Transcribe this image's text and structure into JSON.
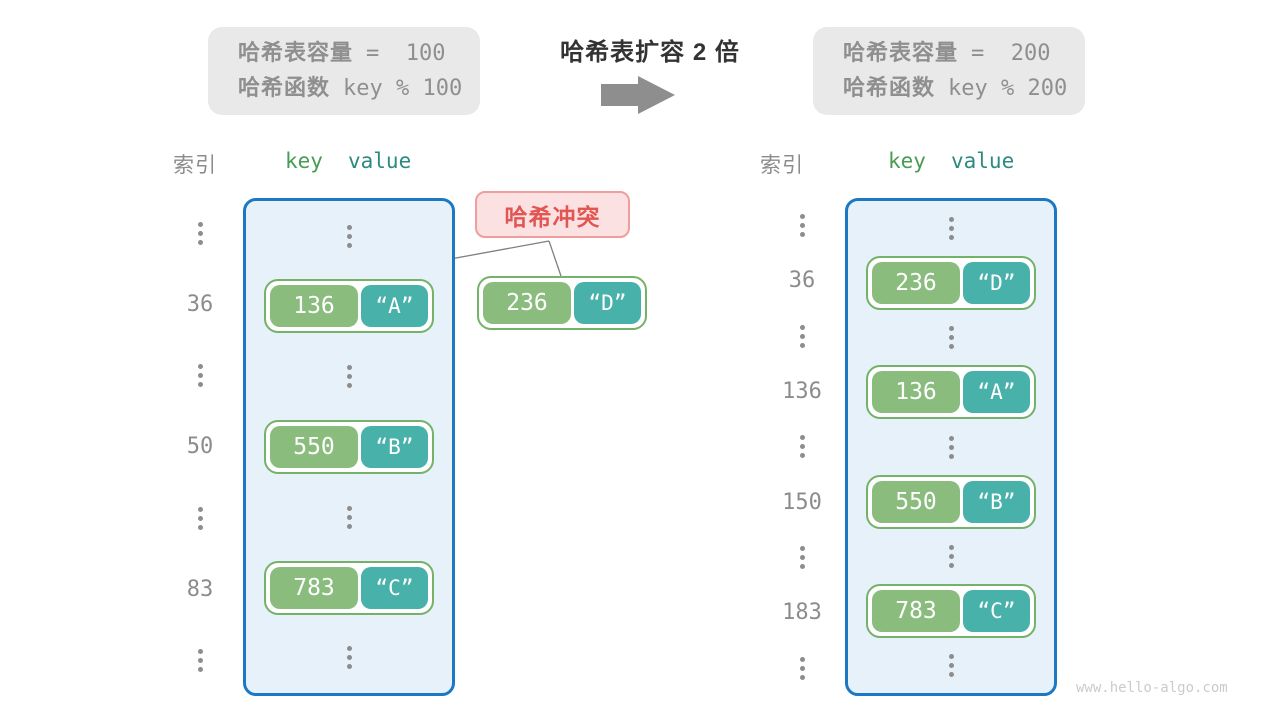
{
  "header": {
    "before_box": {
      "line1_label": "哈希表容量",
      "line1_value": "=  100",
      "line2_label": "哈希函数",
      "line2_value": "key % 100"
    },
    "title": "哈希表扩容 2 倍",
    "arrow_icon": "right-arrow",
    "after_box": {
      "line1_label": "哈希表容量",
      "line1_value": "=  200",
      "line2_label": "哈希函数",
      "line2_value": "key % 200"
    }
  },
  "collision": {
    "label": "哈希冲突"
  },
  "left_table": {
    "headers": {
      "index": "索引",
      "key": "key",
      "value": "value"
    },
    "rows": [
      {
        "type": "dots"
      },
      {
        "type": "pair",
        "index": "36",
        "key": "136",
        "value": "“A”"
      },
      {
        "type": "dots"
      },
      {
        "type": "pair",
        "index": "50",
        "key": "550",
        "value": "“B”"
      },
      {
        "type": "dots"
      },
      {
        "type": "pair",
        "index": "83",
        "key": "783",
        "value": "“C”"
      },
      {
        "type": "dots"
      }
    ]
  },
  "floating_pair": {
    "key": "236",
    "value": "“D”"
  },
  "right_table": {
    "headers": {
      "index": "索引",
      "key": "key",
      "value": "value"
    },
    "rows": [
      {
        "type": "dots"
      },
      {
        "type": "pair",
        "index": "36",
        "key": "236",
        "value": "“D”"
      },
      {
        "type": "dots"
      },
      {
        "type": "pair",
        "index": "136",
        "key": "136",
        "value": "“A”"
      },
      {
        "type": "dots"
      },
      {
        "type": "pair",
        "index": "150",
        "key": "550",
        "value": "“B”"
      },
      {
        "type": "dots"
      },
      {
        "type": "pair",
        "index": "183",
        "key": "783",
        "value": "“C”"
      },
      {
        "type": "dots"
      }
    ]
  },
  "watermark": "www.hello-algo.com",
  "colors": {
    "note_bg": "#e9e9e9",
    "note_text": "#8f8f8f",
    "container_bg": "#e7f1fa",
    "container_border": "#1d78c4",
    "pair_border": "#74b169",
    "key_bg": "#8abc7d",
    "value_bg": "#47b1aa",
    "collision_bg": "#fbe1e1",
    "collision_border": "#ef9e9c",
    "collision_text": "#e15653",
    "header_key": "#489c54",
    "header_value": "#2d8a80",
    "gray_text": "#8c8c8c",
    "arrow": "#8e8e8e",
    "line": "#7f7f7f"
  }
}
